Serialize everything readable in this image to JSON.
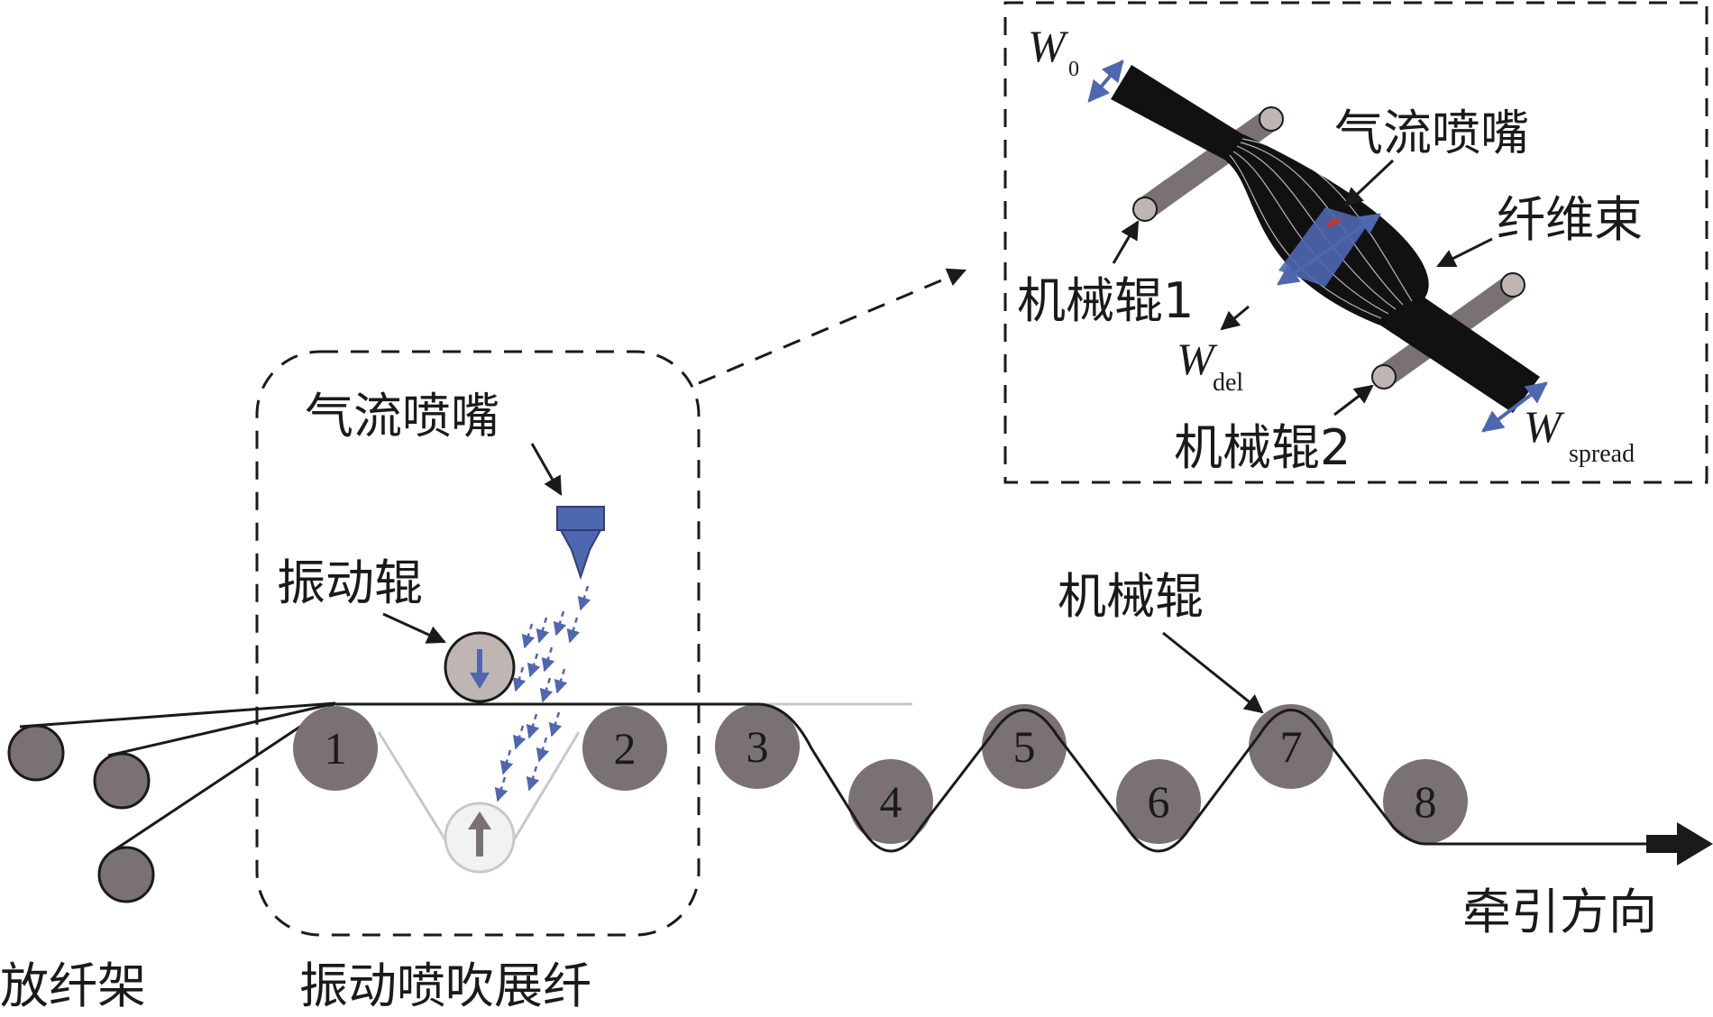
{
  "labels": {
    "creel": "放纤架",
    "vibration_blowing_spreading": "振动喷吹展纤",
    "nozzle": "气流喷嘴",
    "vibration_roller": "振动辊",
    "mechanical_roller": "机械辊",
    "traction_direction": "牵引方向"
  },
  "rollers": [
    "1",
    "2",
    "3",
    "4",
    "5",
    "6",
    "7",
    "8"
  ],
  "inset": {
    "w0_symbol": "W",
    "w0_sub": "0",
    "nozzle": "气流喷嘴",
    "fiber_bundle": "纤维束",
    "roller1": "机械辊1",
    "roller2": "机械辊2",
    "wdel_symbol": "W",
    "wdel_sub": "del",
    "wspread_symbol": "W",
    "wspread_sub": "spread"
  },
  "colors": {
    "roller_fill": "#7a7173",
    "accent_blue": "#4f67b0",
    "faded": "#c8c8c8",
    "line": "#1a1a1a"
  }
}
